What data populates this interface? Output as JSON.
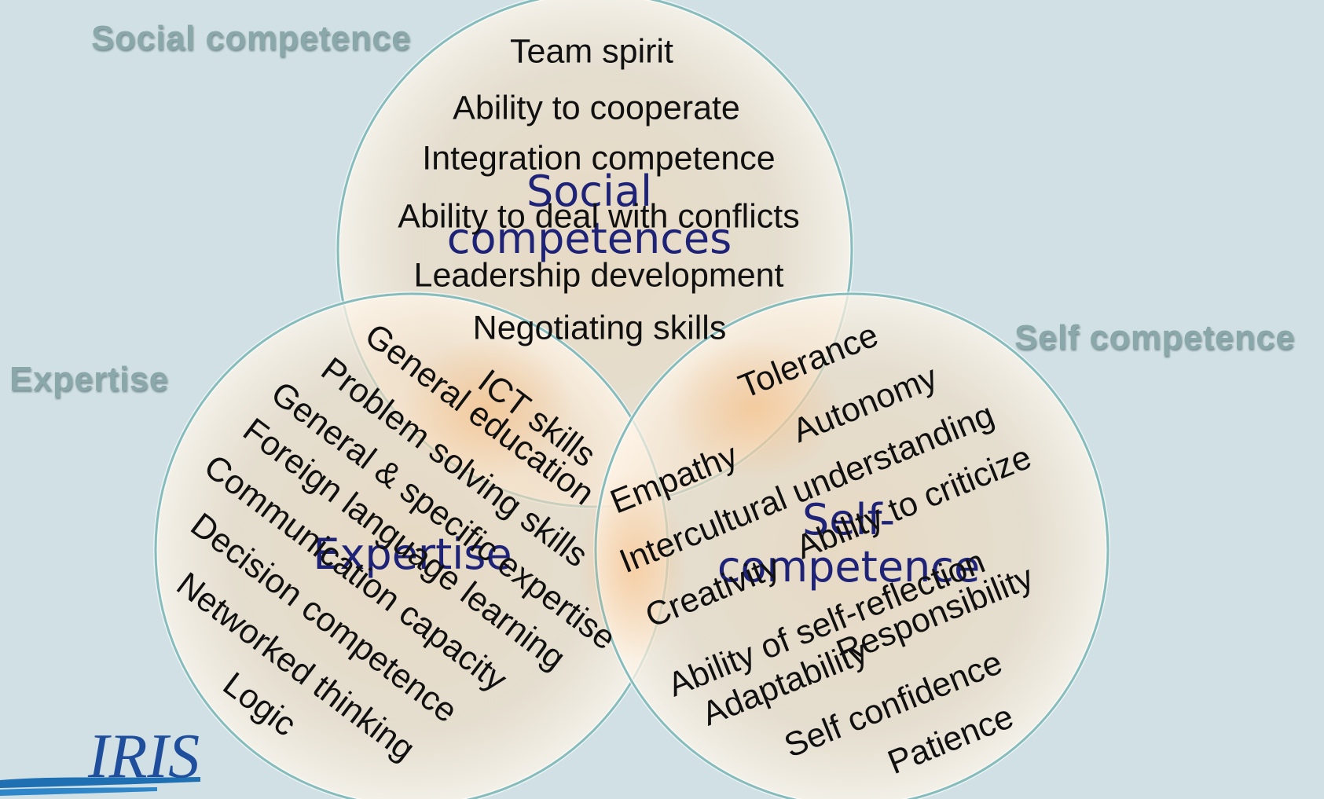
{
  "labels": {
    "social": "Social competence",
    "self": "Self competence",
    "expertise": "Expertise"
  },
  "centers": {
    "social": [
      "Social",
      "competences"
    ],
    "expertise": "Expertise",
    "self": [
      "Self-",
      "competence"
    ]
  },
  "items": {
    "social": [
      "Team spirit",
      "Ability to cooperate",
      "Integration competence",
      "Ability to deal with conflicts",
      "Leadership development",
      "Negotiating skills"
    ],
    "expertise": [
      "ICT skills",
      "General education",
      "Problem solving skills",
      "General & specific expertise",
      "Foreign language learning",
      "Communication capacity",
      "Decision competence",
      "Networked thinking",
      "Logic"
    ],
    "self": [
      "Tolerance",
      "Autonomy",
      "Empathy",
      "Intercultural understanding",
      "Ability to criticize",
      "Creativity",
      "Ability of self-reflection",
      "Adaptability",
      "Responsibility",
      "Self confidence",
      "Patience"
    ]
  },
  "logo_text": "IRIS",
  "colors": {
    "background": "#d0e0e4",
    "circle_fill": "#f4d8b8",
    "circle_stroke": "#7fb8b8",
    "overlap_glow": "#f6c08a",
    "center_title": "#1e2378",
    "label": "#8aa7aa",
    "logo": "#1f4f9c"
  }
}
